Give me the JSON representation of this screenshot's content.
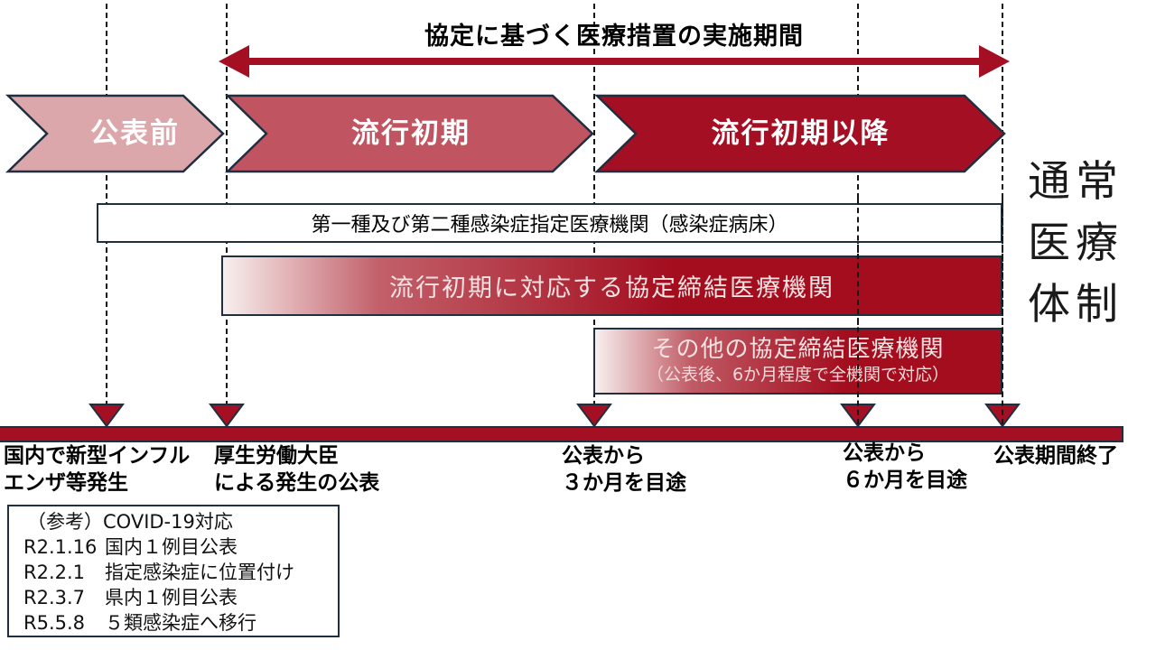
{
  "header": {
    "title": "協定に基づく医療措置の実施期間"
  },
  "phases": [
    {
      "label": "公表前"
    },
    {
      "label": "流行初期"
    },
    {
      "label": "流行初期以降"
    }
  ],
  "right_label": {
    "lines": [
      "通常",
      "医療",
      "体制"
    ]
  },
  "bars": {
    "designated": {
      "label": "第一種及び第二種感染症指定医療機関（感染症病床）"
    },
    "early": {
      "label": "流行初期に対応する協定締結医療機関"
    },
    "others": {
      "label": "その他の協定締結医療機関",
      "sub": "（公表後、6か月程度で全機関で対応）"
    }
  },
  "timeline": {
    "milestones": [
      {
        "lines": [
          "国内で新型インフル",
          "エンザ等発生"
        ]
      },
      {
        "lines": [
          "厚生労働大臣",
          "による発生の公表"
        ]
      },
      {
        "lines": [
          "公表から",
          "３か月を目途"
        ]
      },
      {
        "lines": [
          "公表から",
          "６か月を目途"
        ]
      },
      {
        "lines": [
          "公表期間終了"
        ]
      }
    ]
  },
  "reference_box": {
    "title": "（参考）COVID-19対応",
    "entries": [
      {
        "date": "R2.1.16",
        "label": "国内１例目公表"
      },
      {
        "date": "R2.2.1",
        "label": "指定感染症に位置付け"
      },
      {
        "date": "R2.3.7",
        "label": "県内１例目公表"
      },
      {
        "date": "R5.5.8",
        "label": "５類感染症へ移行"
      }
    ]
  },
  "colors": {
    "phase_pre": "#dca7ab",
    "phase_early": "#c05561",
    "phase_after": "#a50f23",
    "dark_red": "#a50f23",
    "navy_border": "#1f2f40",
    "bar_red": "#a30d1e"
  }
}
